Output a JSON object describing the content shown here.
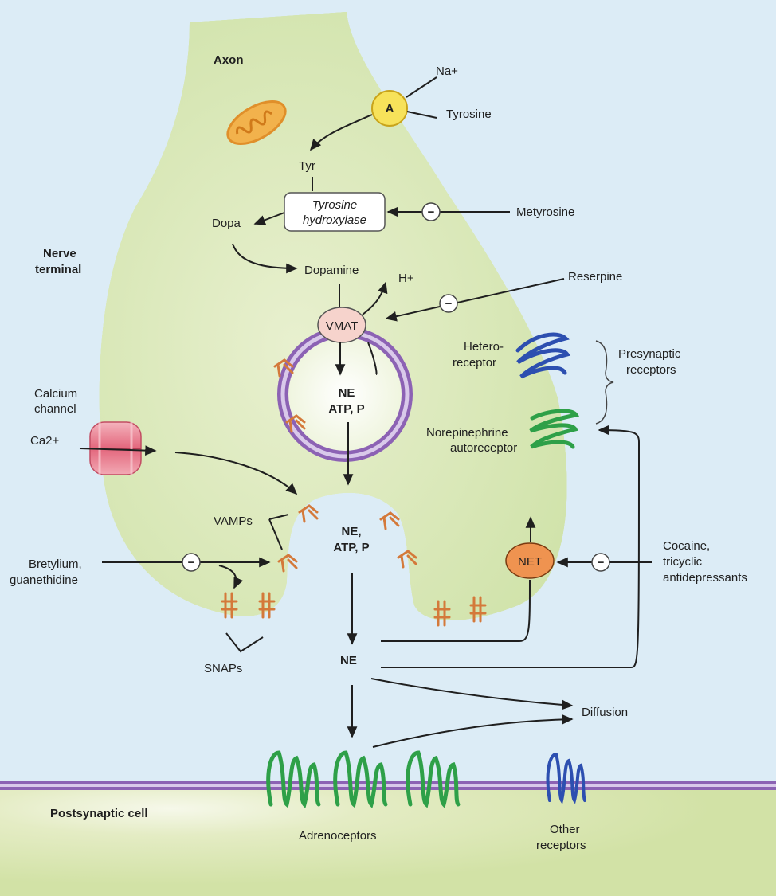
{
  "diagram": {
    "regions": {
      "axon": "Axon",
      "nerve_terminal": [
        "Nerve",
        "terminal"
      ],
      "postsynaptic": "Postsynaptic cell"
    },
    "synthesis": {
      "na": "Na+",
      "transporter_a": "A",
      "tyrosine": "Tyrosine",
      "tyr": "Tyr",
      "enzyme": [
        "Tyrosine",
        "hydroxylase"
      ],
      "dopa": "Dopa",
      "dopamine": "Dopamine",
      "metyrosine": "Metyrosine"
    },
    "vesicle": {
      "h_plus": "H+",
      "vmat": "VMAT",
      "reserpine": "Reserpine",
      "contents": [
        "NE",
        "ATP, P"
      ],
      "fused_contents": [
        "NE,",
        "ATP, P"
      ]
    },
    "release": {
      "calcium_channel": [
        "Calcium",
        "channel"
      ],
      "ca": "Ca2+",
      "vamps": "VAMPs",
      "snaps": "SNAPs",
      "bretylium": [
        "Bretylium,",
        "guanethidine"
      ],
      "ne": "NE"
    },
    "presynaptic": {
      "heteroreceptor": [
        "Hetero-",
        "receptor"
      ],
      "autoreceptor": [
        "Norepinephrine",
        "autoreceptor"
      ],
      "group": [
        "Presynaptic",
        "receptors"
      ]
    },
    "reuptake": {
      "net": "NET",
      "cocaine": [
        "Cocaine,",
        "tricyclic",
        "antidepressants"
      ],
      "diffusion": "Diffusion"
    },
    "postsynaptic": {
      "adrenoceptors": "Adrenoceptors",
      "other_receptors": [
        "Other",
        "receptors"
      ]
    },
    "inhibit_symbol": "−",
    "colors": {
      "background": "#dcecf6",
      "cytoplasm": "#d6e6b4",
      "membrane_outer": "#8c62b4",
      "membrane_inner": "#d9c9ea",
      "snare": "#d4793a",
      "adrenoceptor": "#2ea048",
      "other_receptor": "#2d4fb0",
      "net": "#ef9350",
      "vmat": "#f6d3cc",
      "transporter_a": "#f7e25a",
      "channel": "#e6788a"
    }
  }
}
